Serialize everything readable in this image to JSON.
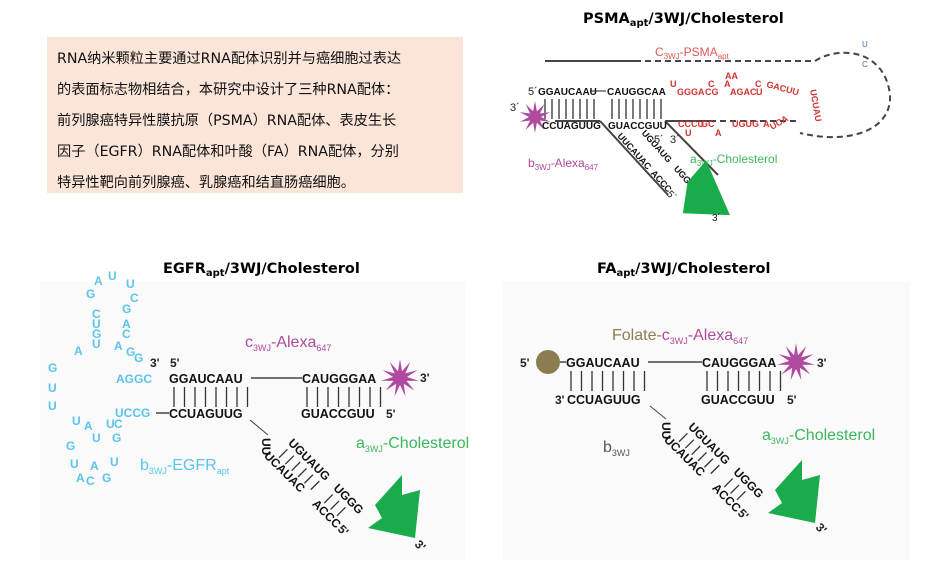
{
  "description": {
    "lines": [
      "RNA纳米颗粒主要通过RNA配体识别并与癌细胞过表达",
      "的表面标志物相结合，本研究中设计了三种RNA配体：",
      "前列腺癌特异性膜抗原（PSMA）RNA配体、表皮生长",
      "因子（EGFR）RNA配体和叶酸（FA）RNA配体，分别",
      "特异性靶向前列腺癌、乳腺癌和结直肠癌细胞。"
    ]
  },
  "colors": {
    "textbox_bg": "#fbe5d9",
    "psma_red": "#d0322e",
    "egfr_blue": "#5bc4ea",
    "alexa_magenta": "#b04a9e",
    "cholesterol_green": "#1aab4b",
    "folate_olive": "#8b7d4f"
  },
  "panels": {
    "psma": {
      "title_main": "PSMA",
      "title_sub": "apt",
      "title_rest": "/3WJ/Cholesterol",
      "strand_c_label": {
        "prefix": "C",
        "sub1": "3WJ",
        "mid": "-PSMA",
        "sub2": "apt"
      },
      "strand_b_label": {
        "prefix": "b",
        "sub1": "3WJ",
        "mid": "-Alexa",
        "sub2": "647"
      },
      "strand_a_label": {
        "prefix": "a",
        "sub1": "3WJ",
        "mid": "-Cholesterol"
      },
      "top_left_5": "5´",
      "top_left_3": "3´",
      "seq_top_left": "GGAUCAAU",
      "seq_top_right": "CAUGGCAA",
      "seq_bottom_left": "CCUAGUUG",
      "seq_bottom_right": "GUACCGUU",
      "bottom_right_5": "5´",
      "bottom_right_3": "3´",
      "aptamer_top": [
        "U",
        "GGGA",
        "C",
        "CG",
        "AA",
        "A",
        "AGAC",
        "C",
        "U",
        "GACUU"
      ],
      "aptamer_bottom": [
        "CCCU",
        "U",
        "GC",
        "A",
        "UGUG",
        "A",
        "UCUAU",
        "UCA"
      ],
      "arm_top": "UGUAUG",
      "arm_top2": "UGGG",
      "arm_bottom": "UUCAUAC",
      "arm_bottom2": "ACCC",
      "arm_uu": "UU",
      "arm_5": "5´",
      "arm_3": "3´",
      "edge_letters": [
        "U",
        "C"
      ]
    },
    "egfr": {
      "title_main": "EGFR",
      "title_sub": "apt",
      "title_rest": "/3WJ/Cholesterol",
      "strand_c_label": {
        "prefix": "c",
        "sub1": "3WJ",
        "mid": "-Alexa",
        "sub2": "647"
      },
      "strand_b_label": {
        "prefix": "b",
        "sub1": "3WJ",
        "mid": "-EGFR",
        "sub2": "apt"
      },
      "strand_a_label": {
        "prefix": "a",
        "sub1": "3WJ",
        "mid": "-Cholesterol"
      },
      "end_3_top": "3'",
      "end_5_top": "5'",
      "seq_top_left": "GGAUCAAU",
      "seq_top_right": "CAUGGGAA",
      "seq_bottom_left": "CCUAGUUG",
      "seq_bottom_right": "GUACCGUU",
      "end_3_right": "3'",
      "end_5_right": "5'",
      "aptamer_link_top": "AGGC",
      "aptamer_link_bottom": "UCCG",
      "aptamer_letters": [
        "A",
        "U",
        "U",
        "G",
        "C",
        "C",
        "G",
        "U",
        "A",
        "G",
        "C",
        "U",
        "A",
        "A",
        "G",
        "G",
        "G",
        "U",
        "U",
        "U",
        "A",
        "U",
        "C",
        "G",
        "U",
        "G",
        "U",
        "A",
        "U",
        "G",
        "C",
        "A"
      ],
      "arm_top": "UGUAUG",
      "arm_top2": "UGGG",
      "arm_bottom": "UCAUAC",
      "arm_bottom2": "ACCC",
      "arm_uu": "UU",
      "arm_5": "5'",
      "arm_3": "3'"
    },
    "fa": {
      "title_main": "FA",
      "title_sub": "apt",
      "title_rest": "/3WJ/Cholesterol",
      "strand_c_label": {
        "folate": "Folate-",
        "prefix": "c",
        "sub1": "3WJ",
        "mid": "-Alexa",
        "sub2": "647"
      },
      "strand_b_label": {
        "prefix": "b",
        "sub1": "3WJ"
      },
      "strand_a_label": {
        "prefix": "a",
        "sub1": "3WJ",
        "mid": "-Cholesterol"
      },
      "end_5_left": "5'",
      "seq_top_left": "GGAUCAAU",
      "seq_top_right": "CAUGGGAA",
      "end_3_right": "3'",
      "end_3_left_bottom": "3'",
      "seq_bottom_left": "CCUAGUUG",
      "seq_bottom_right": "GUACCGUU",
      "end_5_right": "5'",
      "arm_top": "UGUAUG",
      "arm_top2": "UGGG",
      "arm_bottom": "UCAUAC",
      "arm_bottom2": "ACCC",
      "arm_uu": "UU",
      "arm_5": "5'",
      "arm_3": "3'"
    }
  }
}
